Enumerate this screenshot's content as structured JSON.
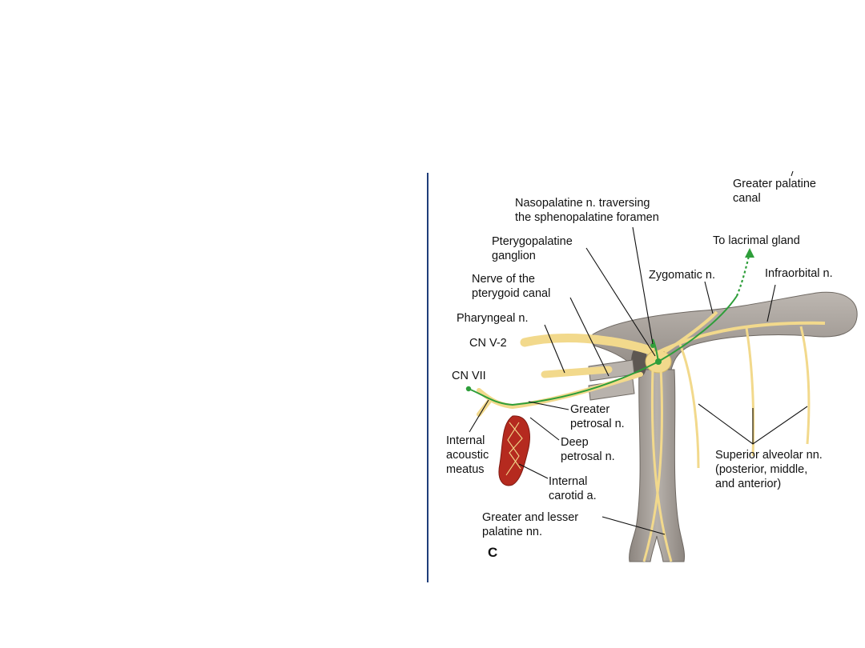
{
  "labels": {
    "greater_palatine_canal": [
      "Greater palatine",
      "canal"
    ],
    "nasopalatine": [
      "Nasopalatine n. traversing",
      "the sphenopalatine foramen"
    ],
    "pterygopalatine_ganglion": [
      "Pterygopalatine",
      "ganglion"
    ],
    "to_lacrimal_gland": "To lacrimal gland",
    "zygomatic": "Zygomatic n.",
    "infraorbital": "Infraorbital n.",
    "nerve_pterygoid_canal": [
      "Nerve of the",
      "pterygoid canal"
    ],
    "pharyngeal": "Pharyngeal n.",
    "cn_v2": "CN V-2",
    "cn_vii": "CN VII",
    "greater_petrosal": [
      "Greater",
      "petrosal n."
    ],
    "internal_acoustic_meatus": [
      "Internal",
      "acoustic",
      "meatus"
    ],
    "deep_petrosal": [
      "Deep",
      "petrosal n."
    ],
    "internal_carotid": [
      "Internal",
      "carotid a."
    ],
    "superior_alveolar": [
      "Superior alveolar nn.",
      "(posterior, middle,",
      "and anterior)"
    ],
    "greater_lesser_palatine": [
      "Greater and lesser",
      "palatine nn."
    ],
    "panel_letter": "C"
  },
  "colors": {
    "bone": "#a39c96",
    "nerve": "#f2d98c",
    "parasympathetic": "#2e9e3a",
    "artery": "#b52a1f",
    "divider": "#1f3d7a"
  }
}
